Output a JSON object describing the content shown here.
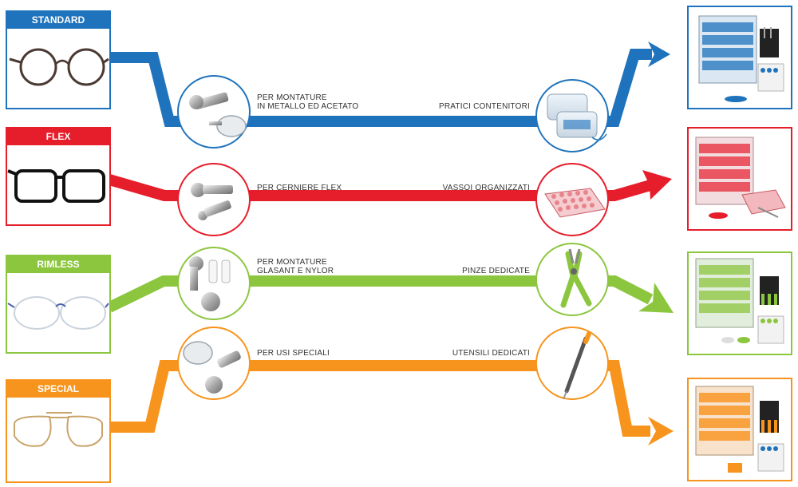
{
  "rows": [
    {
      "id": "standard",
      "name": "STANDARD",
      "color": "#1f73bc",
      "label_left": [
        "PER MONTATURE",
        "IN METALLO ED ACETATO"
      ],
      "label_right": "PRATICI CONTENITORI",
      "left_icon": "screw-and-nosepad-icon",
      "right_icon": "storage-box-icon",
      "product": "kit-cabinet-icon"
    },
    {
      "id": "flex",
      "name": "FLEX",
      "color": "#e61d2b",
      "label_left": [
        "PER CERNIERE FLEX"
      ],
      "label_right": "VASSOI ORGANIZZATI",
      "left_icon": "flex-screws-icon",
      "right_icon": "organizer-tray-icon",
      "product": "kit-cabinet-icon"
    },
    {
      "id": "rimless",
      "name": "RIMLESS",
      "color": "#8cc63f",
      "label_left": [
        "PER MONTATURE",
        "GLASANT E NYLOR"
      ],
      "label_right": "PINZE DEDICATE",
      "left_icon": "rimless-screws-icon",
      "right_icon": "pliers-icon",
      "product": "kit-cabinet-icon"
    },
    {
      "id": "special",
      "name": "SPECIAL",
      "color": "#f7941d",
      "label_left": [
        "PER USI SPECIALI"
      ],
      "label_right": "UTENSILI DEDICATI",
      "left_icon": "special-parts-icon",
      "right_icon": "screwdriver-icon",
      "product": "kit-cabinet-icon"
    }
  ]
}
